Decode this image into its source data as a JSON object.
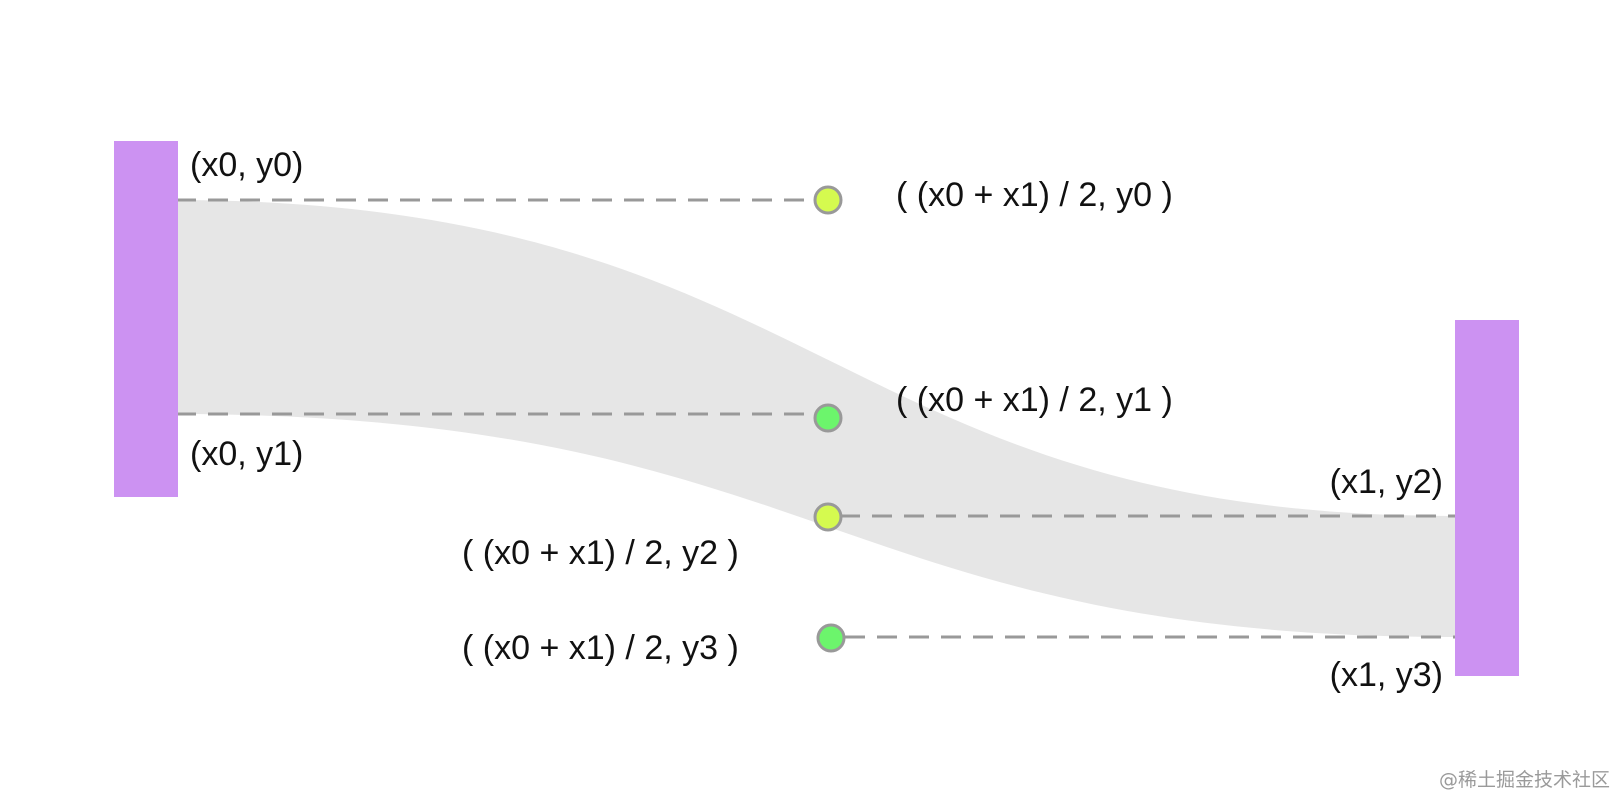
{
  "colors": {
    "node": "#cc92f2",
    "link": "#e6e6e6",
    "guide": "#999999",
    "point_outer": "#d5fa4f",
    "point_inner": "#6cf56c",
    "point_stroke": "#999999"
  },
  "labels": {
    "p_x0_y0": "(x0, y0)",
    "p_x0_y1": "(x0, y1)",
    "p_x1_y2": "(x1, y2)",
    "p_x1_y3": "(x1, y3)",
    "c_mid_y0": "( (x0 + x1) / 2, y0 )",
    "c_mid_y1": "( (x0 + x1) / 2, y1 )",
    "c_mid_y2": "( (x0 + x1) / 2, y2 )",
    "c_mid_y3": "( (x0 + x1) / 2, y3 )"
  },
  "watermark": "@稀土掘金技术社区"
}
